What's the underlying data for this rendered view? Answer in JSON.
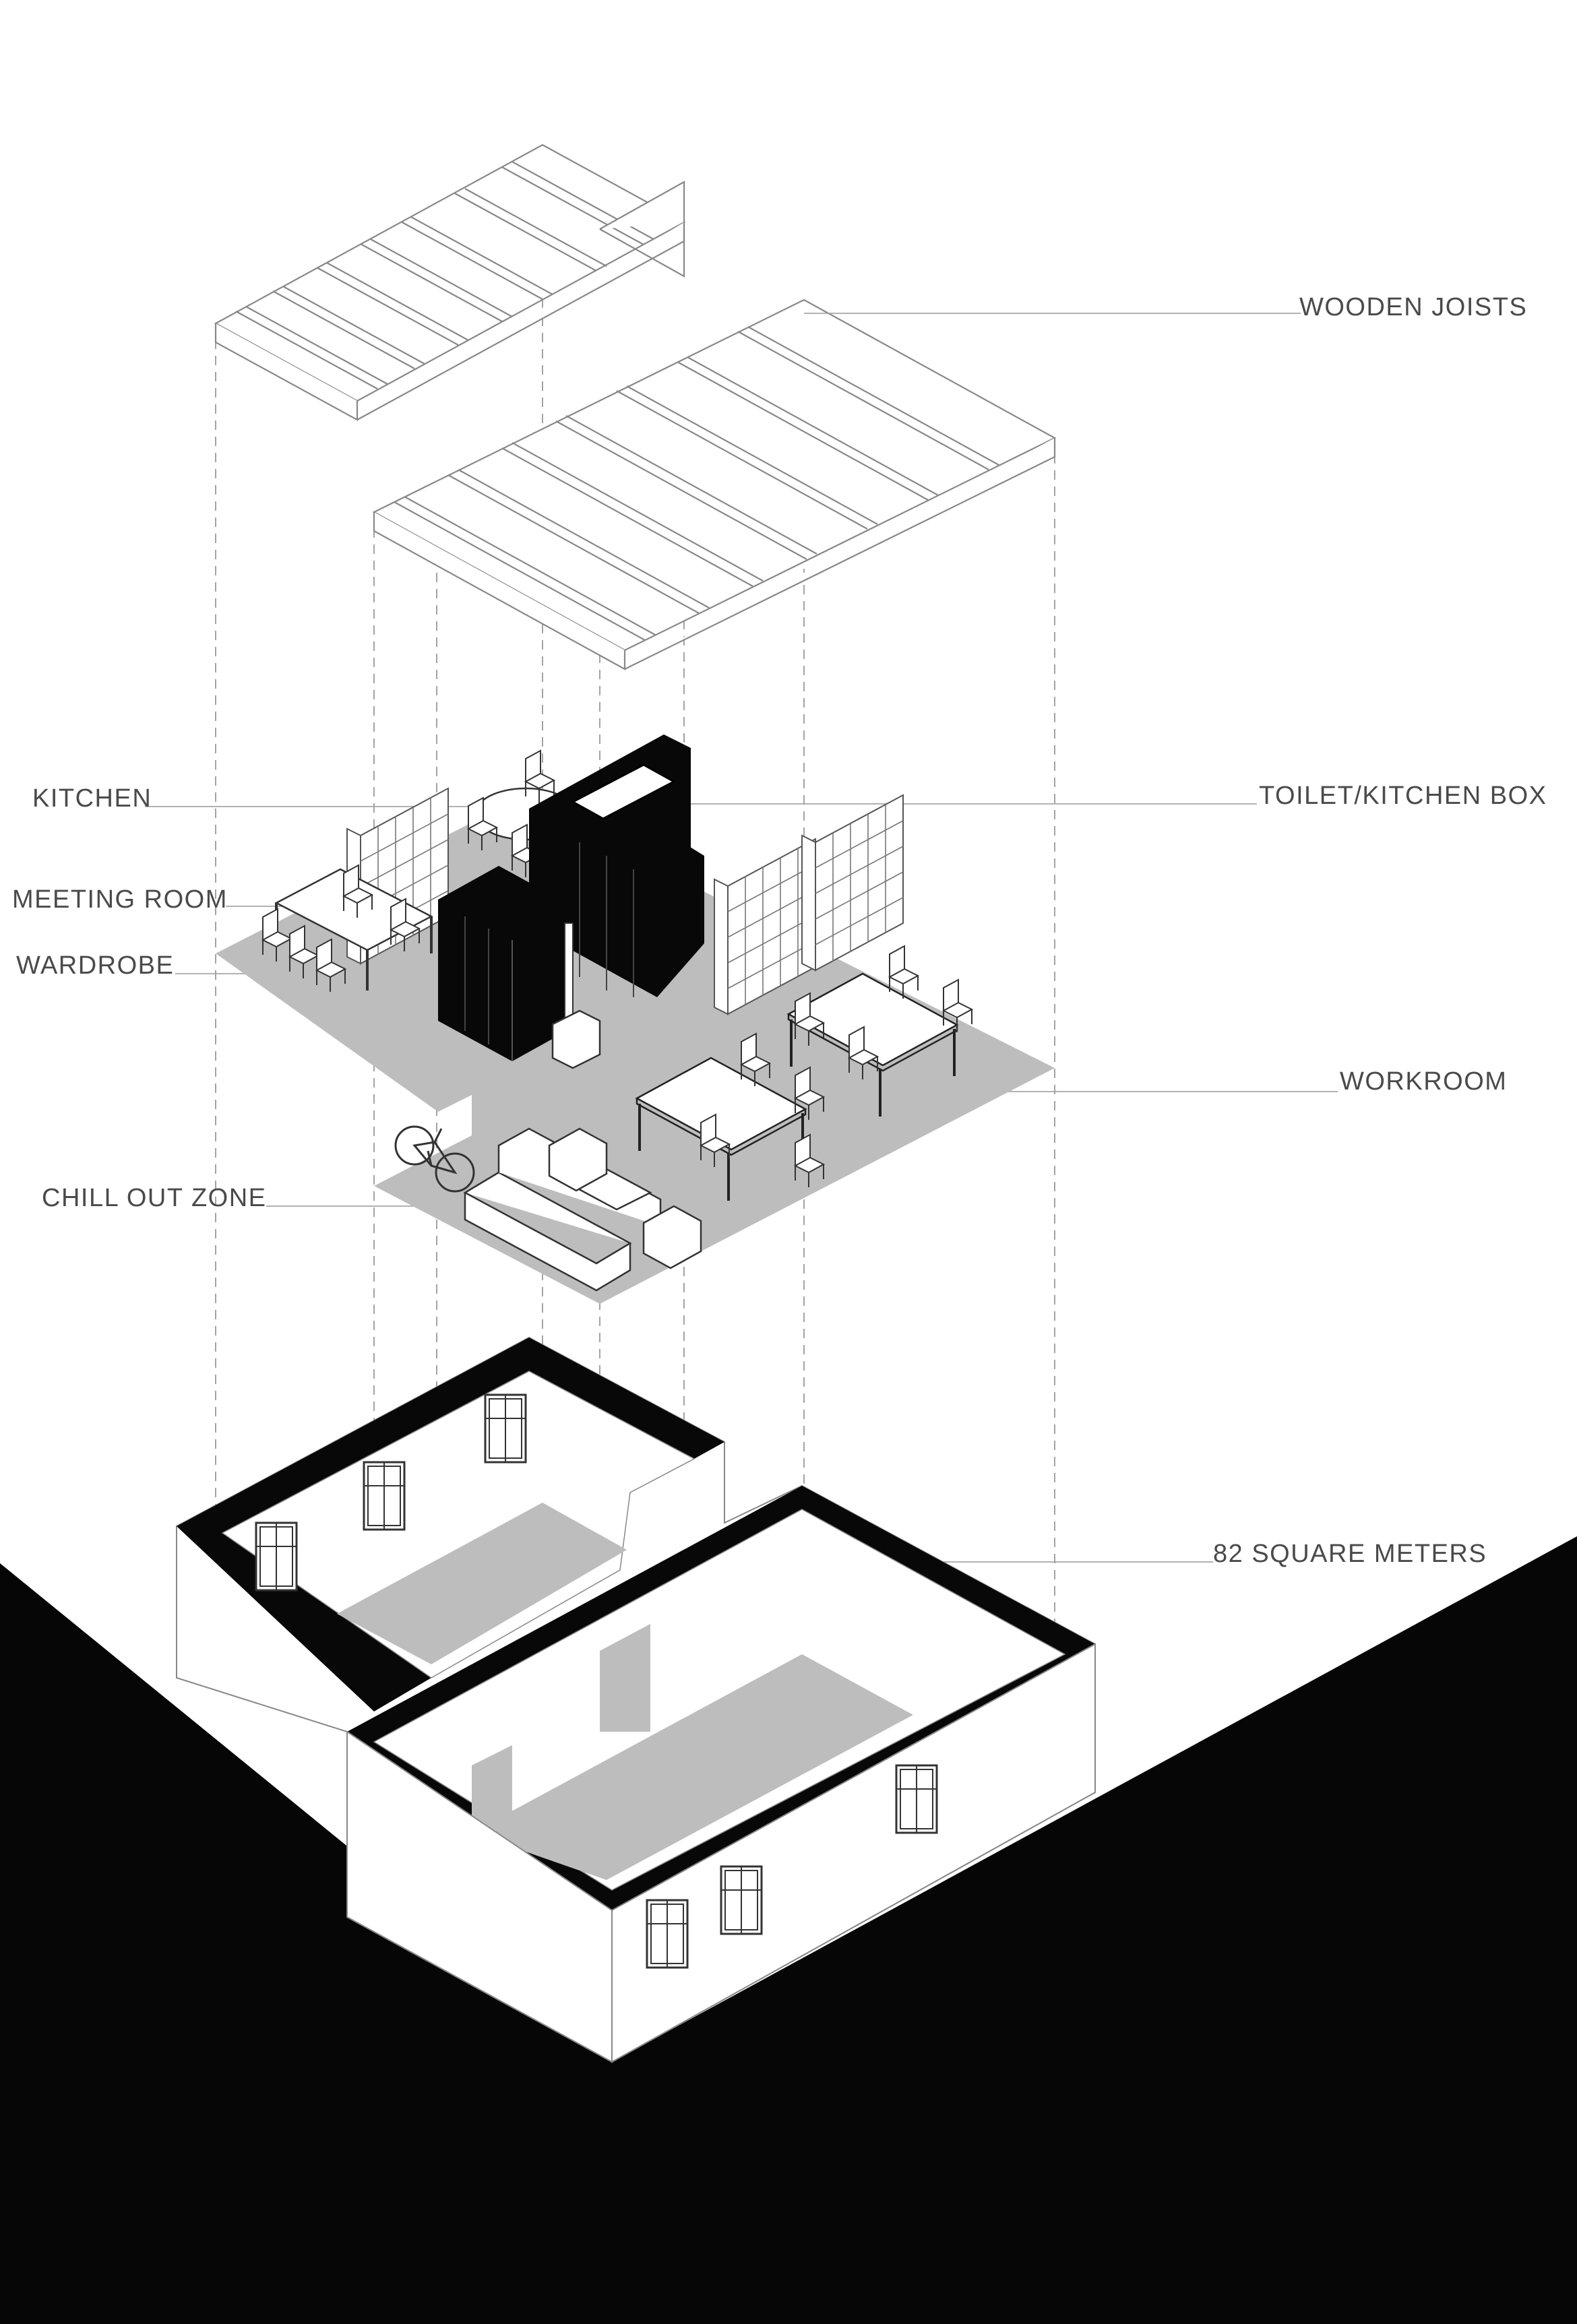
{
  "labels": {
    "wooden_joists": "WOODEN JOISTS",
    "kitchen": "KITCHEN",
    "toilet_kitchen_box": "TOILET/KITCHEN BOX",
    "meeting_room": "MEETING ROOM",
    "wardrobe": "WARDROBE",
    "workroom": "WORKROOM",
    "chill_out_zone": "CHILL OUT ZONE",
    "area": "82 SQUARE METERS"
  },
  "colors": {
    "ground": "#060606",
    "floor": "#bdbdbd",
    "box": "#080808",
    "line": "#8a8a8a",
    "wall": "#ffffff"
  },
  "icons": [
    "bicycle-icon",
    "chair-icon",
    "sofa-icon",
    "stove-icon",
    "window-icon"
  ]
}
